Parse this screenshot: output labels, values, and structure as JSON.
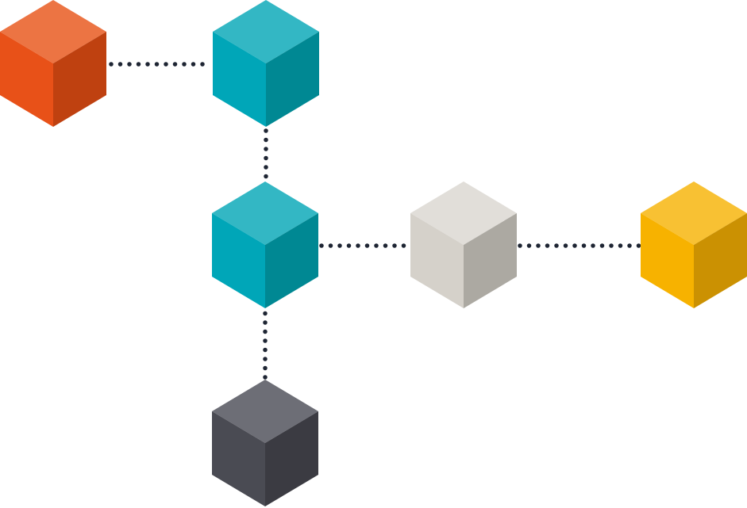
{
  "diagram": {
    "cubes": [
      {
        "id": "orange",
        "name": "orange-cube",
        "colors": {
          "top": "#EC7443",
          "left": "#E85118",
          "right": "#BF4110"
        }
      },
      {
        "id": "teal-top",
        "name": "teal-cube-top",
        "colors": {
          "top": "#33B7C4",
          "left": "#00A6B8",
          "right": "#008893"
        }
      },
      {
        "id": "teal-center",
        "name": "teal-cube-center",
        "colors": {
          "top": "#33B7C4",
          "left": "#00A6B8",
          "right": "#008893"
        }
      },
      {
        "id": "beige",
        "name": "beige-cube",
        "colors": {
          "top": "#E1DED9",
          "left": "#D5D1CA",
          "right": "#ACA9A2"
        }
      },
      {
        "id": "yellow",
        "name": "yellow-cube",
        "colors": {
          "top": "#F8C133",
          "left": "#F7B200",
          "right": "#CB9102"
        }
      },
      {
        "id": "dark",
        "name": "dark-gray-cube",
        "colors": {
          "top": "#6D6E76",
          "left": "#4A4B53",
          "right": "#3B3B42"
        }
      }
    ],
    "connectors": [
      {
        "from": "orange",
        "to": "teal-top"
      },
      {
        "from": "teal-top",
        "to": "teal-center"
      },
      {
        "from": "teal-center",
        "to": "beige"
      },
      {
        "from": "beige",
        "to": "yellow"
      },
      {
        "from": "teal-center",
        "to": "dark"
      }
    ],
    "connector_color": "#1E2533"
  }
}
